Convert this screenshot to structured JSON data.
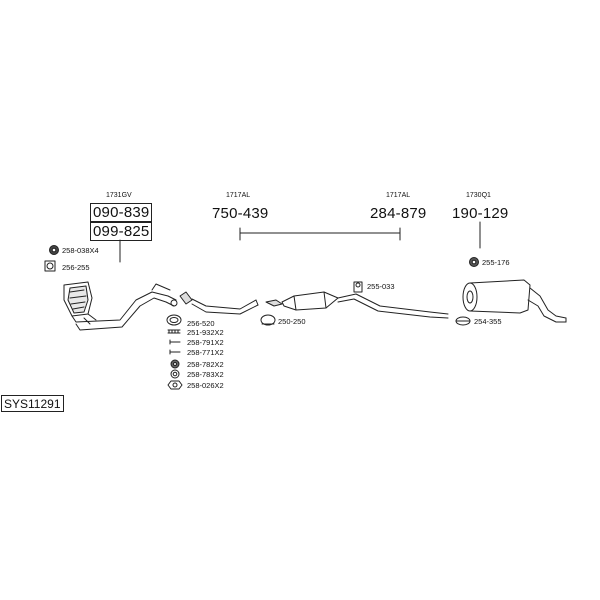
{
  "system_code": "SYS11291",
  "groups": {
    "front_pipe": {
      "oe": "1731GV",
      "parts": [
        "090-839",
        "099-825"
      ]
    },
    "centre_front": {
      "oe": "1717AL",
      "part": "750-439"
    },
    "centre_rear": {
      "oe": "1717AL",
      "part": "284-879"
    },
    "rear_box": {
      "oe": "1730Q1",
      "part": "190-129"
    }
  },
  "fittings": {
    "front_left": [
      "258-038X4",
      "256-255"
    ],
    "front_stack": [
      "256-520",
      "251-932X2",
      "258-791X2",
      "258-771X2",
      "258-782X2",
      "258-783X2",
      "258-026X2"
    ],
    "middle": [
      "255-033",
      "250-250"
    ],
    "rear": [
      "255-176",
      "254-355"
    ]
  }
}
